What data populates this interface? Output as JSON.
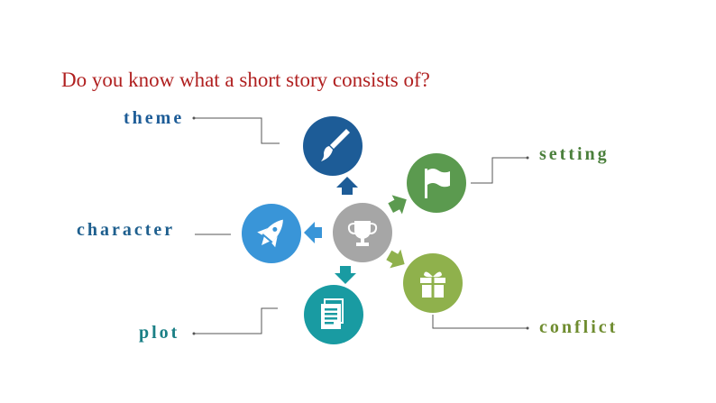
{
  "question": "Do you know what a short story consists of?",
  "elements": [
    {
      "key": "theme",
      "label": "theme",
      "icon": "paintbrush-icon",
      "color": "#1d5c97",
      "label_color": "#1d5c97"
    },
    {
      "key": "setting",
      "label": "setting",
      "icon": "flag-icon",
      "color": "#5b9a4f",
      "label_color": "#4a7f3b"
    },
    {
      "key": "character",
      "label": "character",
      "icon": "rocket-icon",
      "color": "#3995d8",
      "label_color": "#1e5f8e"
    },
    {
      "key": "plot",
      "label": "plot",
      "icon": "document-icon",
      "color": "#199ba2",
      "label_color": "#1a7f85"
    },
    {
      "key": "conflict",
      "label": "conflict",
      "icon": "gift-icon",
      "color": "#8fb14c",
      "label_color": "#6f8c2f"
    }
  ],
  "center": {
    "icon": "trophy-icon",
    "color": "#a6a6a6"
  },
  "colors": {
    "question": "#b02020",
    "connector": "#555555"
  }
}
